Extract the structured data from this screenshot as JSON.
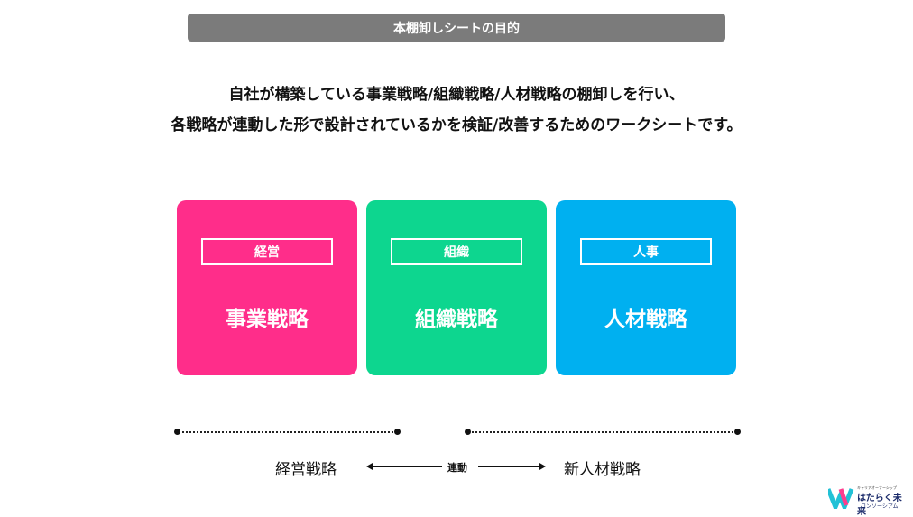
{
  "title": "本棚卸しシートの目的",
  "description": [
    "自社が構築している事業戦略/組織戦略/人材戦略の棚卸しを行い、",
    "各戦略が連動した形で設計されているかを検証/改善するためのワークシートです。"
  ],
  "cards": [
    {
      "tag": "経営",
      "label": "事業戦略",
      "color": "#ff2d8a"
    },
    {
      "tag": "組織",
      "label": "組織戦略",
      "color": "#0dd68f"
    },
    {
      "tag": "人事",
      "label": "人材戦略",
      "color": "#00b0f0"
    }
  ],
  "link": {
    "left": "経営戦略",
    "center": "連動",
    "right": "新人材戦略"
  },
  "logo": {
    "top": "キャリアオーナーシップ",
    "main": "はたらく未来",
    "sub": "コンソーシアム"
  }
}
